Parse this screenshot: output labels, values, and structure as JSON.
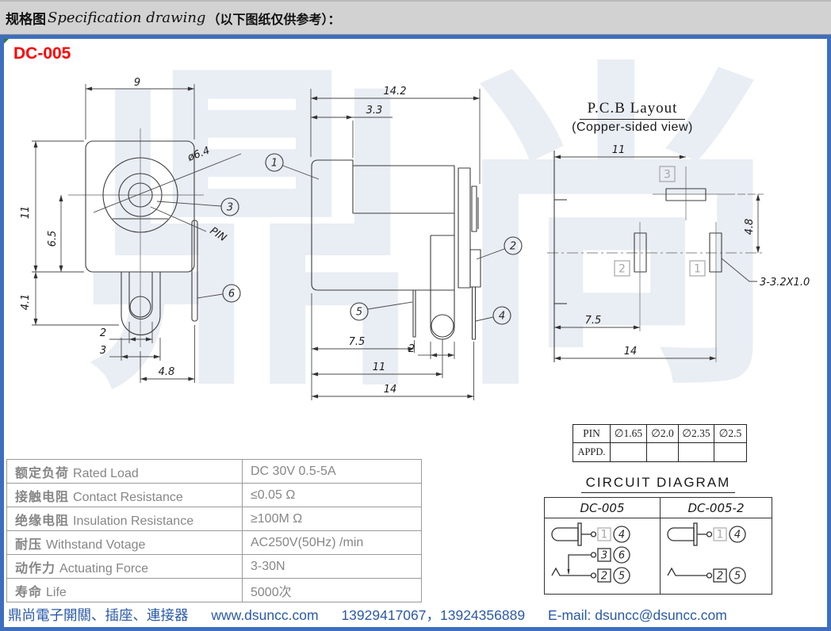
{
  "header": {
    "cjk_title": "规格图",
    "en_title": "Specification drawing",
    "note": "（以下图纸仅供参考）："
  },
  "model": "DC-005",
  "watermark": "鼎尚",
  "front_view": {
    "dim_width": "9",
    "dim_height": "11",
    "dim_center": "6.5",
    "dim_bracket": "4.1",
    "dim_pin_inner": "2",
    "dim_pin_outer": "3",
    "dim_tab": "4.8",
    "dia_label": "ø6.4",
    "pin_label": "PIN",
    "callout_3": "3",
    "callout_6": "6"
  },
  "side_view": {
    "dim_total": "14.2",
    "dim_front": "3.3",
    "dim_75": "7.5",
    "dim_2": "2",
    "dim_11": "11",
    "dim_14": "14",
    "callout_1": "1",
    "callout_2": "2",
    "callout_4": "4",
    "callout_5": "5"
  },
  "pcb_layout": {
    "title": "P.C.B Layout",
    "subtitle": "(Copper-sided view)",
    "dim_11": "11",
    "dim_48": "4.8",
    "dim_75": "7.5",
    "dim_14": "14",
    "slot_note": "3-3.2X1.0",
    "pad1": "1",
    "pad2": "2",
    "pad3": "3"
  },
  "pin_table": {
    "cols": [
      "PIN",
      "∅1.65",
      "∅2.0",
      "∅2.35",
      "∅2.5"
    ],
    "row2_label": "APPD."
  },
  "circuit_diagram": {
    "title": "CIRCUIT DIAGRAM",
    "variant_left": "DC-005",
    "variant_right": "DC-005-2",
    "sq1": "1",
    "sq2": "2",
    "sq3": "3",
    "c4": "4",
    "c5": "5",
    "c6": "6"
  },
  "spec_table": {
    "rows": [
      {
        "cjk": "额定负荷",
        "en": "Rated Load",
        "value": "DC 30V 0.5-5A"
      },
      {
        "cjk": "接触电阻",
        "en": "Contact Resistance",
        "value": "≤0.05 Ω"
      },
      {
        "cjk": "绝缘电阻",
        "en": "Insulation Resistance",
        "value": "≥100M Ω"
      },
      {
        "cjk": "耐压",
        "en": "Withstand Votage",
        "value": "AC250V(50Hz) /min"
      },
      {
        "cjk": "动作力",
        "en": "Actuating Force",
        "value": "3-30N"
      },
      {
        "cjk": "寿命",
        "en": "Life",
        "value": "5000次"
      }
    ]
  },
  "footer": {
    "company": "鼎尚電子開關、插座、連接器",
    "website": "www.dsuncc.com",
    "phones": "13929417067，13924356889",
    "email": "E-mail: dsuncc@dsuncc.com"
  },
  "colors": {
    "border_blue": "#3D6EBF",
    "footer_blue": "#2B5AA8",
    "model_red": "#FE0000",
    "header_gray": "#D2D2D2",
    "watermark_gray": "#E9EDF4"
  }
}
